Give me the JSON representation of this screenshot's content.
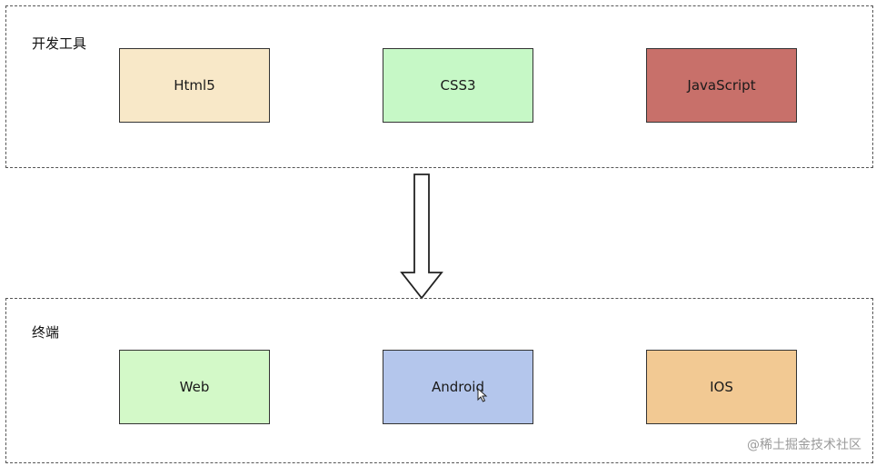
{
  "top_group": {
    "label": "开发工具",
    "nodes": [
      {
        "id": "html5",
        "label": "Html5",
        "color": "#f8e8c8"
      },
      {
        "id": "css3",
        "label": "CSS3",
        "color": "#c6f8c6"
      },
      {
        "id": "javascript",
        "label": "JavaScript",
        "color": "#c8706a"
      }
    ]
  },
  "bottom_group": {
    "label": "终端",
    "nodes": [
      {
        "id": "web",
        "label": "Web",
        "color": "#d3f9c8"
      },
      {
        "id": "android",
        "label": "Android",
        "color": "#b4c6ec"
      },
      {
        "id": "ios",
        "label": "IOS",
        "color": "#f2c993"
      }
    ]
  },
  "arrow": {
    "direction": "down",
    "icon": "arrow-down-icon"
  },
  "watermark": "@稀土掘金技术社区"
}
